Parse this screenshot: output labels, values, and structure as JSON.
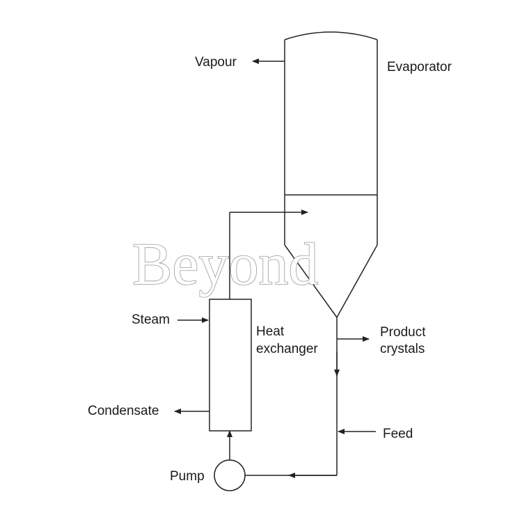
{
  "labels": {
    "vapour": "Vapour",
    "evaporator": "Evaporator",
    "steam": "Steam",
    "heat_exchanger_line1": "Heat",
    "heat_exchanger_line2": "exchanger",
    "product_line1": "Product",
    "product_line2": "crystals",
    "condensate": "Condensate",
    "feed": "Feed",
    "pump": "Pump"
  },
  "watermark": "Beyond"
}
